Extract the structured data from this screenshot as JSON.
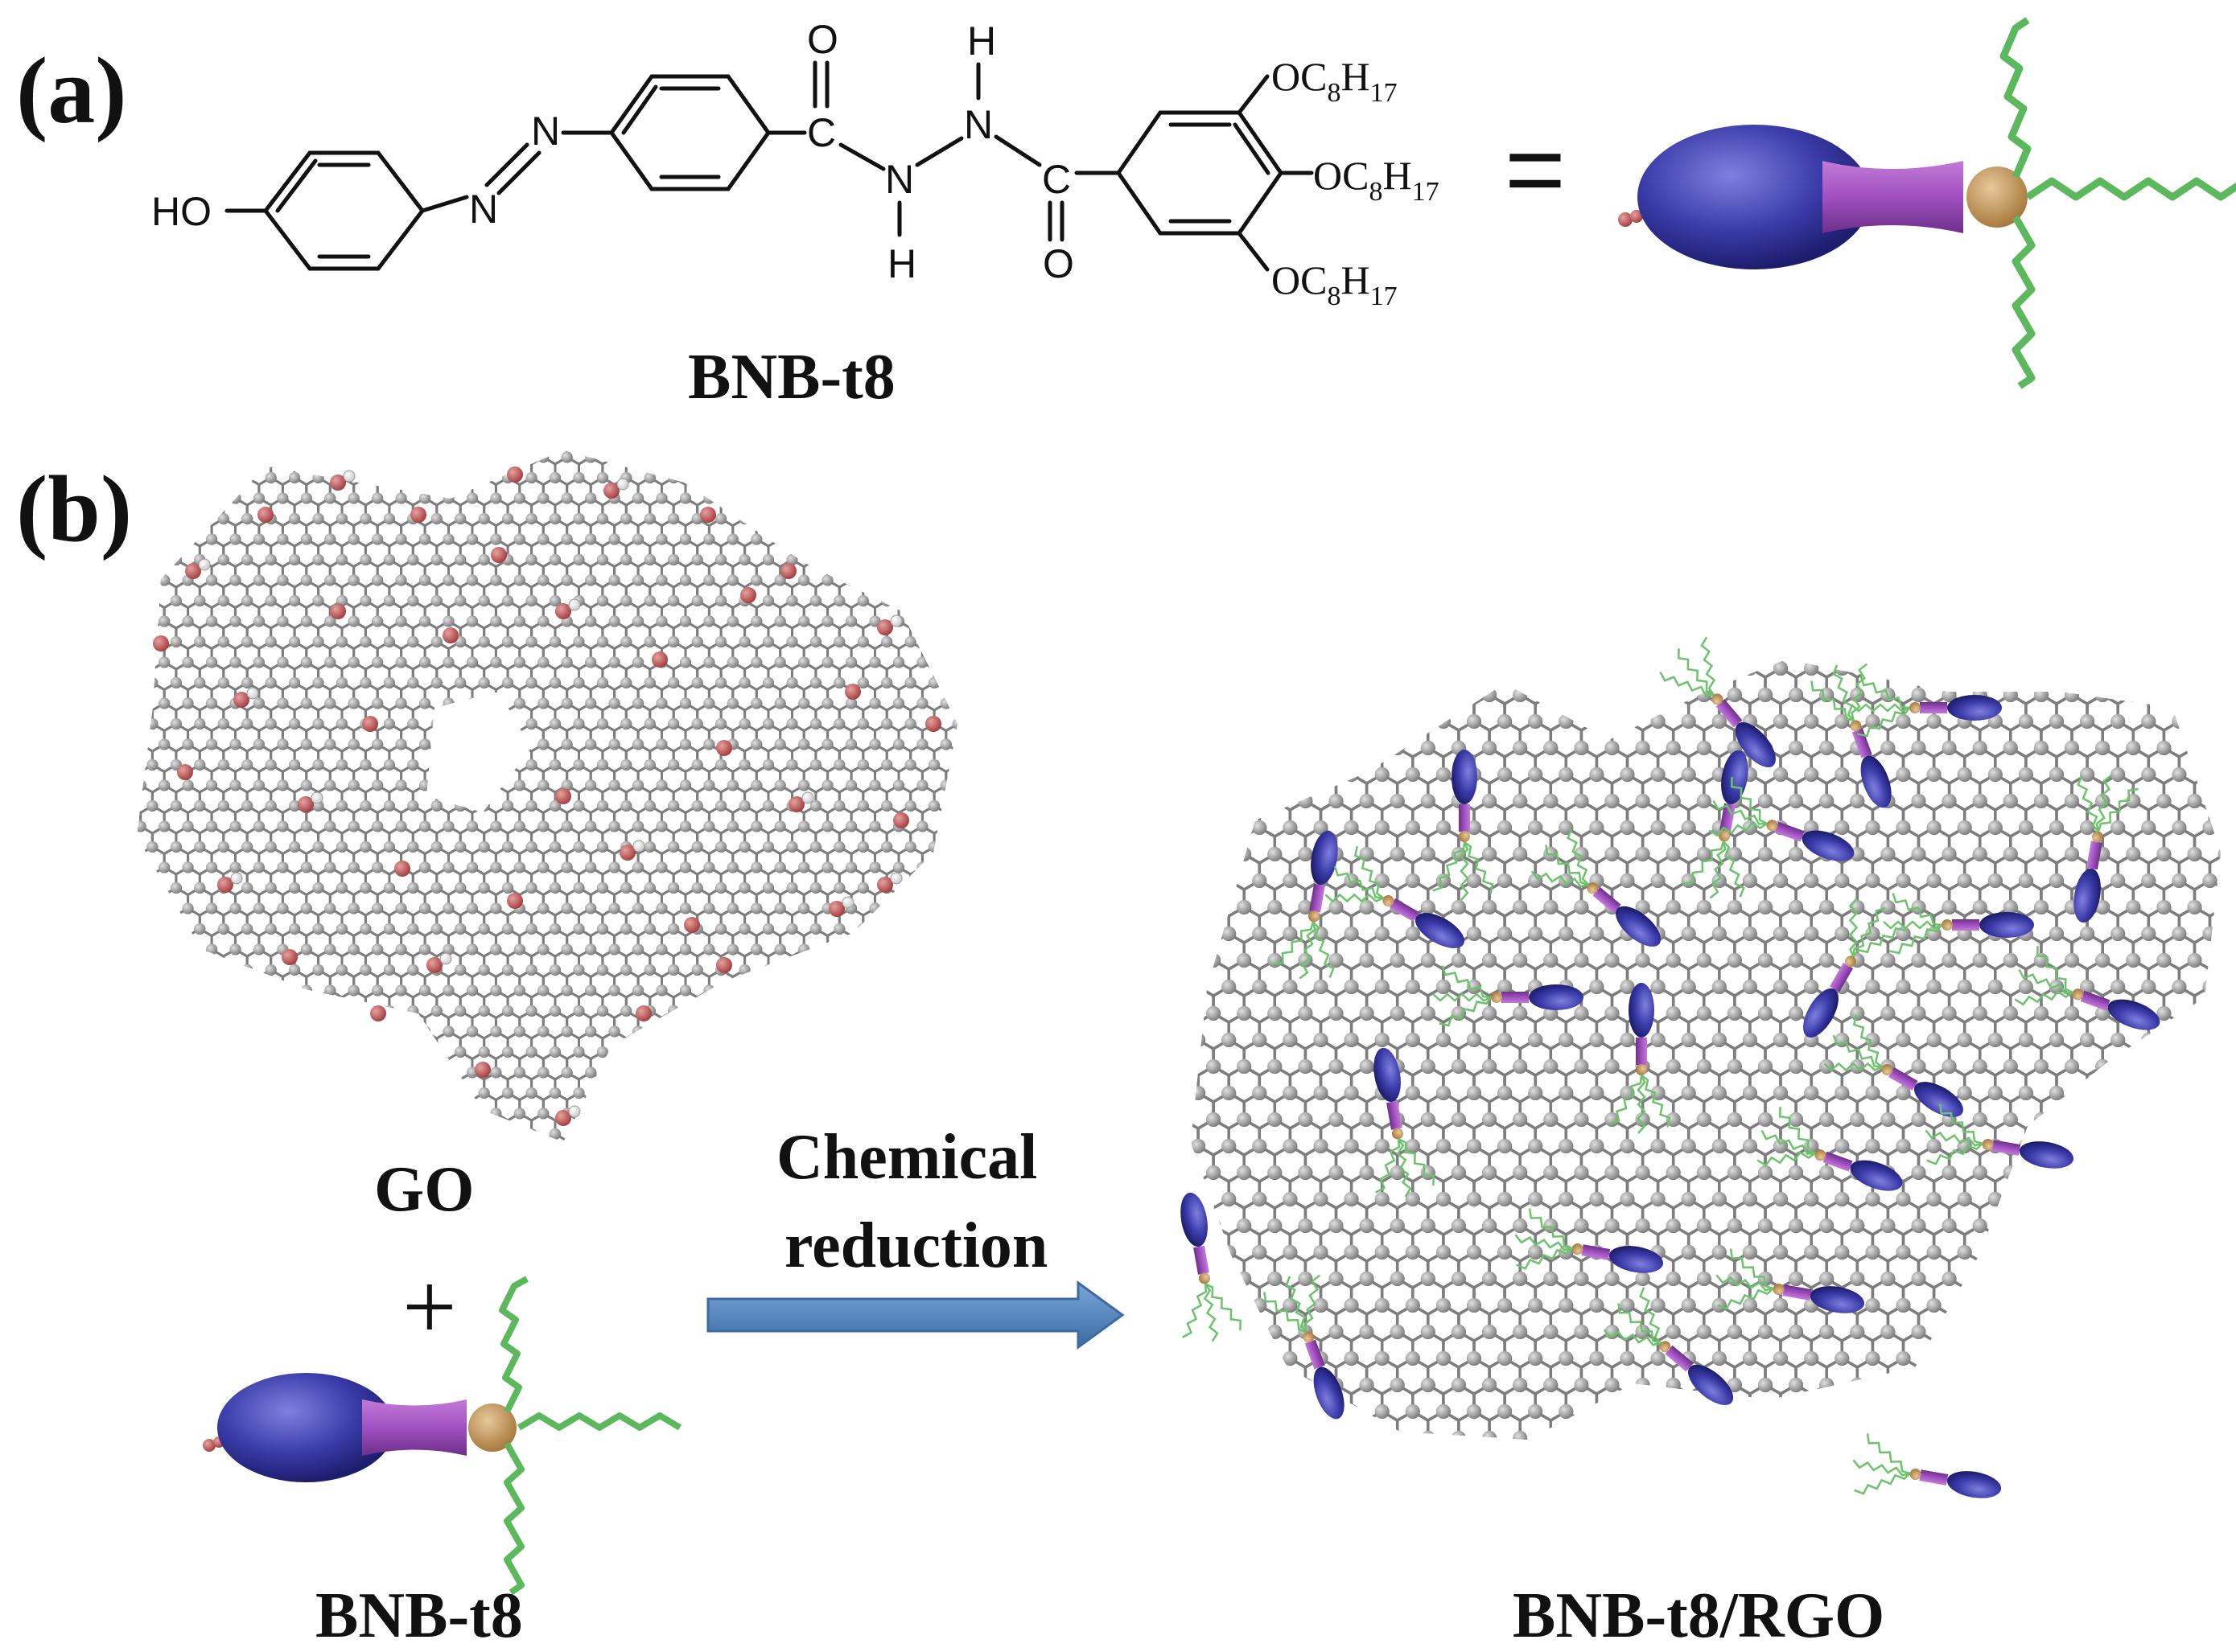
{
  "panel_a": {
    "label": "(a)",
    "atoms": {
      "ho": "HO",
      "n_azo_1": "N",
      "n_azo_2": "N",
      "o_top": "O",
      "c_1": "C",
      "n_hydrazide_1": "N",
      "h_1": "H",
      "n_hydrazide_2": "N",
      "h_2": "H",
      "c_2": "C",
      "o_bottom": "O"
    },
    "substituents": {
      "s1_prefix": "OC",
      "s1_sub1": "8",
      "s1_mid": "H",
      "s1_sub2": "17",
      "s2_prefix": "OC",
      "s2_sub1": "8",
      "s2_mid": "H",
      "s2_sub2": "17",
      "s3_prefix": "OC",
      "s3_sub1": "8",
      "s3_mid": "H",
      "s3_sub2": "17"
    },
    "equals": "=",
    "molecule_name": "BNB-t8"
  },
  "panel_b": {
    "label": "(b)",
    "go_label": "GO",
    "plus": "+",
    "reactant_label": "BNB-t8",
    "arrow_line1": "Chemical",
    "arrow_line2": "reduction",
    "product_label": "BNB-t8/RGO"
  },
  "colors": {
    "carbon": "#9a9a9a",
    "oxygen": "#b55050",
    "hydrogen": "#f2f2f2",
    "azo_head": "#3a3aa8",
    "linker": "#a050c0",
    "core": "#c9a06a",
    "alkyl_chain": "#5cb85c",
    "arrow": "#4f81bd"
  }
}
